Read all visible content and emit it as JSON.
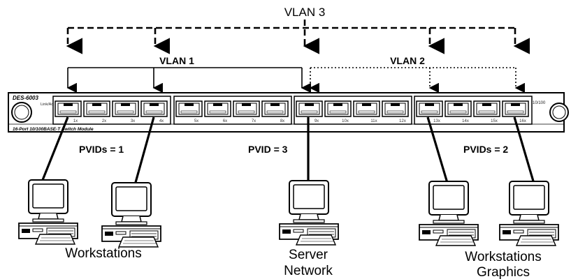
{
  "vlans": {
    "vlan3": "VLAN 3",
    "vlan1": "VLAN 1",
    "vlan2": "VLAN 2"
  },
  "switch": {
    "model": "DES-6003",
    "module": "16-Port 10/100BASE-T Switch Module",
    "link_act": "Link/Act",
    "speed": "10/100",
    "port_labels": [
      "1x",
      "2x",
      "3x",
      "4x",
      "5x",
      "6x",
      "7x",
      "8x",
      "9x",
      "10x",
      "11x",
      "12x",
      "13x",
      "14x",
      "15x",
      "16x"
    ]
  },
  "pvids": {
    "left": "PVIDs = 1",
    "middle": "PVID = 3",
    "right": "PVIDs = 2"
  },
  "groups": {
    "left": "Workstations",
    "middle_line1": "Server",
    "middle_line2": "Network",
    "right_line1": "Workstations",
    "right_line2": "Graphics"
  },
  "icons": {
    "workstation": "desktop-computer-icon",
    "knob": "mounting-knob-icon"
  }
}
